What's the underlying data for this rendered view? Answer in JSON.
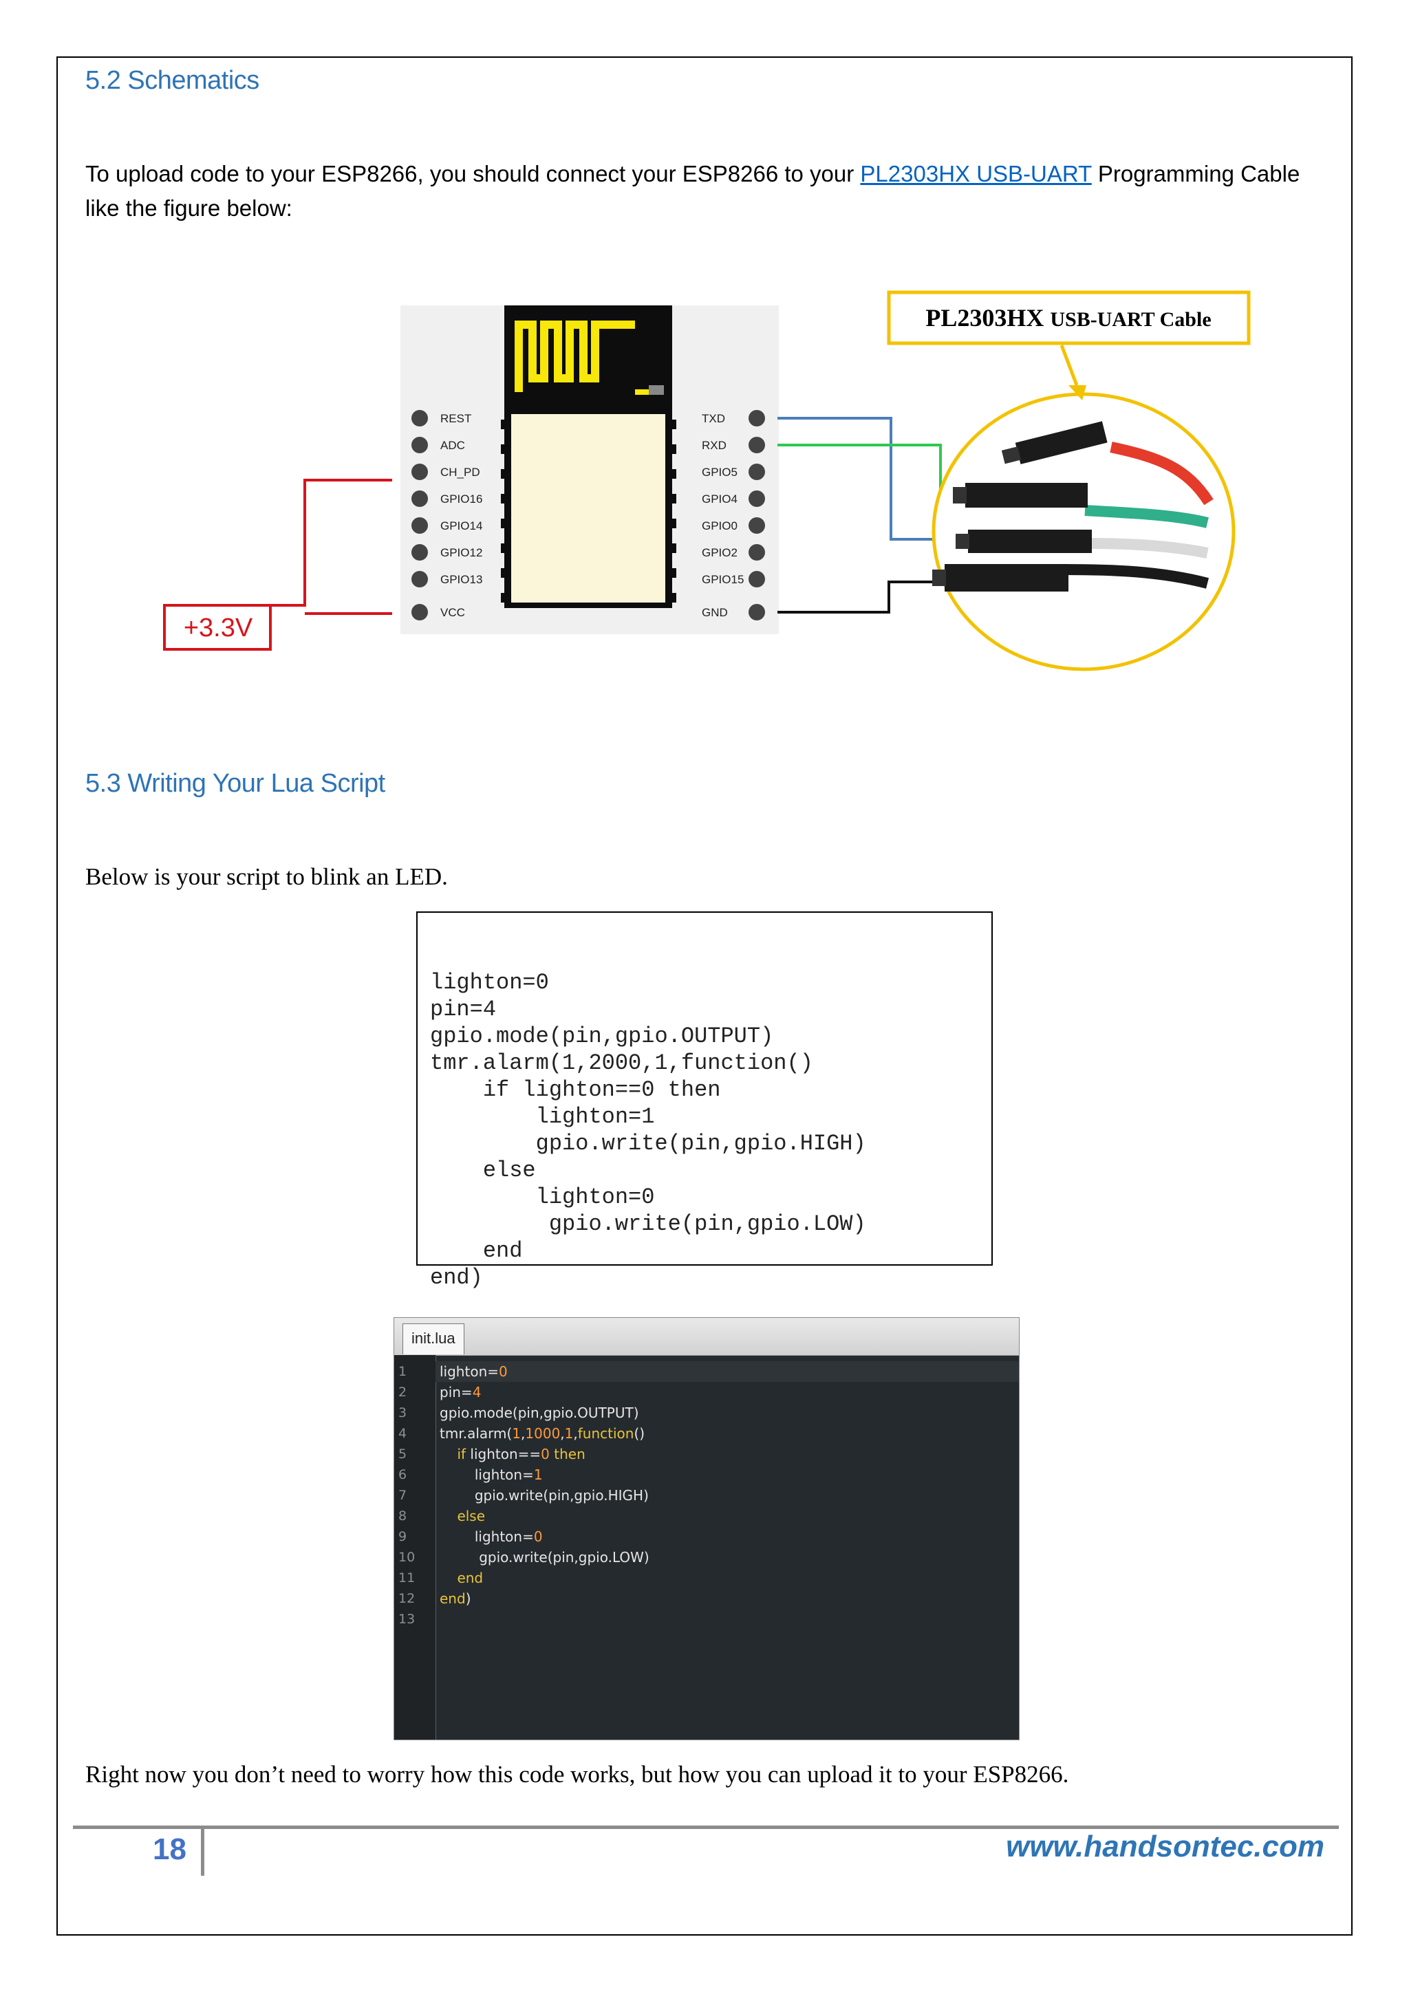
{
  "section_schematics": {
    "heading": "5.2 Schematics",
    "intro_before_link": "To upload code to your ESP8266, you should connect your ESP8266 to your ",
    "link_text": "PL2303HX USB-UART",
    "intro_after_link": " Programming Cable like the figure below:"
  },
  "schematic": {
    "left_pins": [
      "REST",
      "ADC",
      "CH_PD",
      "GPIO16",
      "GPIO14",
      "GPIO12",
      "GPIO13",
      "VCC"
    ],
    "right_pins": [
      "TXD",
      "RXD",
      "GPIO5",
      "GPIO4",
      "GPIO0",
      "GPIO2",
      "GPIO15",
      "GND"
    ],
    "power_label": "+3.3V",
    "cable_label_prefix": "PL2303HX",
    "cable_label_suffix": "USB-UART Cable",
    "colors": {
      "power_wire": "#d6141c",
      "txd_wire": "#4a7ebb",
      "rxd_wire": "#2fc94f",
      "gnd_wire": "#111111",
      "cable_frame": "#f2c200",
      "antenna": "#f7e70a"
    }
  },
  "section_lua": {
    "heading": "5.3 Writing Your Lua Script",
    "intro": "Below is your script to blink an LED."
  },
  "code_block": {
    "lines": [
      "lighton=0",
      "pin=4",
      "gpio.mode(pin,gpio.OUTPUT)",
      "tmr.alarm(1,2000,1,function()",
      "    if lighton==0 then",
      "        lighton=1",
      "        gpio.write(pin,gpio.HIGH)",
      "    else",
      "        lighton=0",
      "         gpio.write(pin,gpio.LOW)",
      "    end",
      "end)"
    ]
  },
  "editor": {
    "tab_name": "init.lua",
    "line_numbers": [
      "1",
      "2",
      "3",
      "4",
      "5",
      "6",
      "7",
      "8",
      "9",
      "10",
      "11",
      "12",
      "13"
    ],
    "lines": [
      "lighton=0",
      "pin=4",
      "gpio.mode(pin,gpio.OUTPUT)",
      "tmr.alarm(1,1000,1,function()",
      "    if lighton==0 then",
      "        lighton=1",
      "        gpio.write(pin,gpio.HIGH)",
      "    else",
      "        lighton=0",
      "         gpio.write(pin,gpio.LOW)",
      "    end",
      "end)",
      ""
    ]
  },
  "closing_text": "Right now you don’t need to worry how this code works, but how you can upload it to your ESP8266.",
  "footer": {
    "page_number": "18",
    "website": "www.handsontec.com"
  }
}
